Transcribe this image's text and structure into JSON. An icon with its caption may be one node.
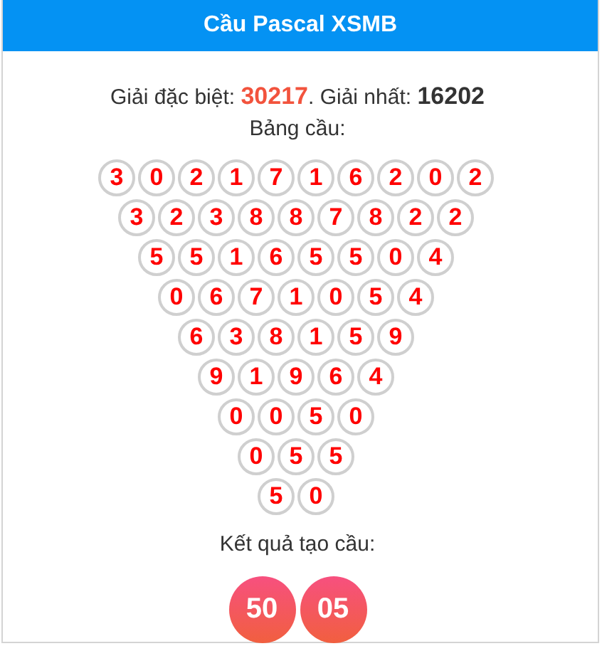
{
  "diagram": {
    "title": "Cầu Pascal XSMB",
    "nodes": [
      {
        "text": [
          "3"
        ]
      },
      {
        "text": [
          "0"
        ]
      },
      {
        "text": [
          "2"
        ]
      },
      {
        "text": [
          "1"
        ]
      },
      {
        "text": [
          "7"
        ]
      },
      {
        "text": [
          "1"
        ]
      },
      {
        "text": [
          "6"
        ]
      },
      {
        "text": [
          "2"
        ]
      },
      {
        "text": [
          "0"
        ]
      },
      {
        "text": [
          "2"
        ]
      },
      {
        "text": [
          "3"
        ]
      },
      {
        "text": [
          "2"
        ]
      },
      {
        "text": [
          "3"
        ]
      },
      {
        "text": [
          "8"
        ]
      },
      {
        "text": [
          "8"
        ]
      },
      {
        "text": [
          "7"
        ]
      },
      {
        "text": [
          "8"
        ]
      },
      {
        "text": [
          "2"
        ]
      },
      {
        "text": [
          "2"
        ]
      },
      {
        "text": [
          "5"
        ]
      },
      {
        "text": [
          "5"
        ]
      },
      {
        "text": [
          "1"
        ]
      },
      {
        "text": [
          "6"
        ]
      },
      {
        "text": [
          "5"
        ]
      },
      {
        "text": [
          "5"
        ]
      },
      {
        "text": [
          "0"
        ]
      },
      {
        "text": [
          "4"
        ]
      },
      {
        "text": [
          "0"
        ]
      },
      {
        "text": [
          "6"
        ]
      },
      {
        "text": [
          "7"
        ]
      },
      {
        "text": [
          "1"
        ]
      },
      {
        "text": [
          "0"
        ]
      },
      {
        "text": [
          "5"
        ]
      },
      {
        "text": [
          "4"
        ]
      },
      {
        "text": [
          "6"
        ]
      },
      {
        "text": [
          "3"
        ]
      },
      {
        "text": [
          "8"
        ]
      },
      {
        "text": [
          "1"
        ]
      },
      {
        "text": [
          "5"
        ]
      },
      {
        "text": [
          "9"
        ]
      },
      {
        "text": [
          "9"
        ]
      },
      {
        "text": [
          "1"
        ]
      },
      {
        "text": [
          "9"
        ]
      },
      {
        "text": [
          "6"
        ]
      },
      {
        "text": [
          "4"
        ]
      },
      {
        "text": [
          "0"
        ]
      },
      {
        "text": [
          "0"
        ]
      },
      {
        "text": [
          "5"
        ]
      },
      {
        "text": [
          "0"
        ]
      },
      {
        "text": [
          "0"
        ]
      },
      {
        "text": [
          "5"
        ]
      },
      {
        "text": [
          "5"
        ]
      },
      {
        "text": [
          "5"
        ]
      },
      {
        "text": [
          "0"
        ]
      },
      {
        "text": [
          "50"
        ]
      },
      {
        "text": [
          "05"
        ]
      }
    ],
    "edges": [],
    "labels": [
      "Giải đặc biệt: **30217**. Giải nhất: **16202**",
      "Bảng cầu:",
      "Kết quả tạo cầu:"
    ]
  }
}
